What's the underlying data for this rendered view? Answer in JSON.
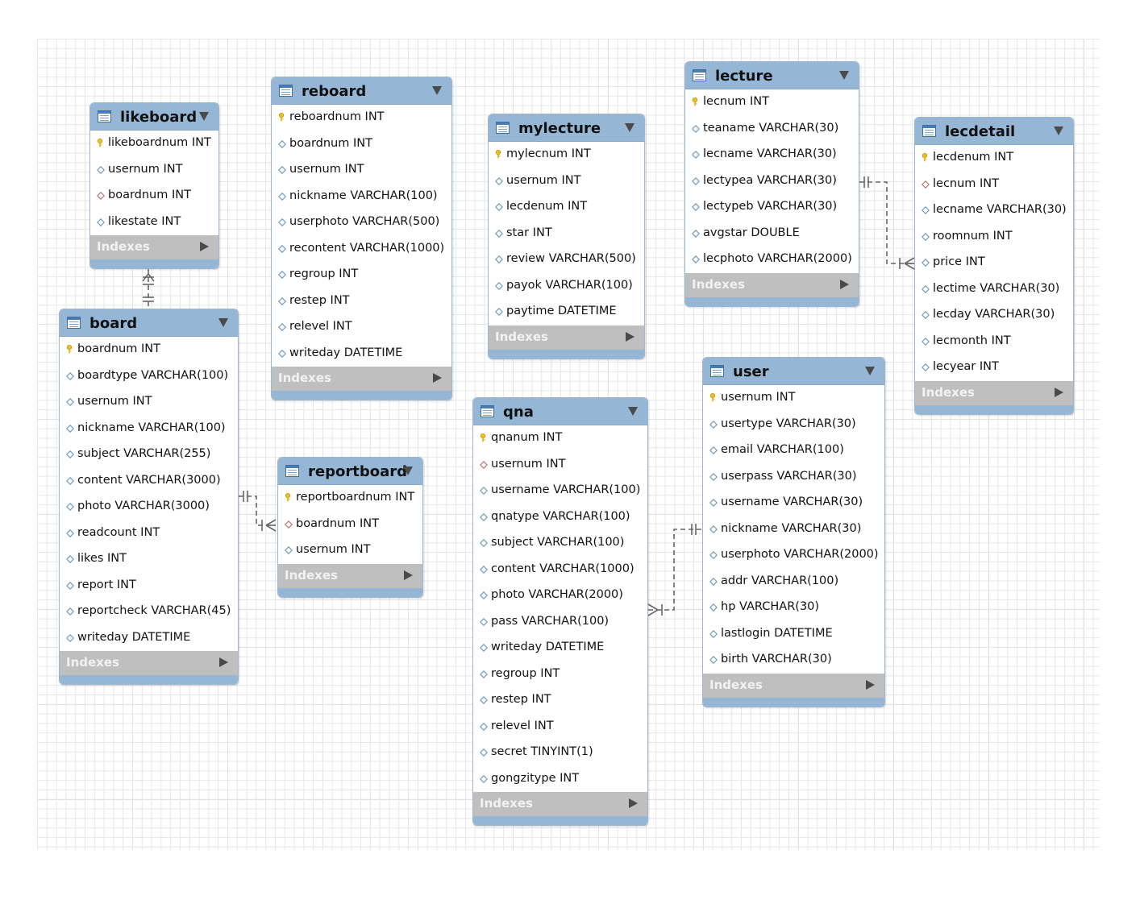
{
  "indexes_label": "Indexes",
  "tables": [
    {
      "id": "likeboard",
      "name": "likeboard",
      "columns": [
        {
          "name": "likeboardnum INT",
          "kind": "pk"
        },
        {
          "name": "usernum INT",
          "kind": "col"
        },
        {
          "name": "boardnum INT",
          "kind": "fk"
        },
        {
          "name": "likestate INT",
          "kind": "col"
        }
      ]
    },
    {
      "id": "reboard",
      "name": "reboard",
      "columns": [
        {
          "name": "reboardnum INT",
          "kind": "pk"
        },
        {
          "name": "boardnum INT",
          "kind": "col"
        },
        {
          "name": "usernum INT",
          "kind": "col"
        },
        {
          "name": "nickname VARCHAR(100)",
          "kind": "col"
        },
        {
          "name": "userphoto VARCHAR(500)",
          "kind": "col"
        },
        {
          "name": "recontent VARCHAR(1000)",
          "kind": "col"
        },
        {
          "name": "regroup INT",
          "kind": "col"
        },
        {
          "name": "restep INT",
          "kind": "col"
        },
        {
          "name": "relevel INT",
          "kind": "col"
        },
        {
          "name": "writeday DATETIME",
          "kind": "col"
        }
      ]
    },
    {
      "id": "mylecture",
      "name": "mylecture",
      "columns": [
        {
          "name": "mylecnum INT",
          "kind": "pk"
        },
        {
          "name": "usernum INT",
          "kind": "col"
        },
        {
          "name": "lecdenum INT",
          "kind": "col"
        },
        {
          "name": "star INT",
          "kind": "col"
        },
        {
          "name": "review VARCHAR(500)",
          "kind": "col"
        },
        {
          "name": "payok VARCHAR(100)",
          "kind": "col"
        },
        {
          "name": "paytime DATETIME",
          "kind": "col"
        }
      ]
    },
    {
      "id": "lecture",
      "name": "lecture",
      "columns": [
        {
          "name": "lecnum INT",
          "kind": "pk"
        },
        {
          "name": "teaname VARCHAR(30)",
          "kind": "col"
        },
        {
          "name": "lecname VARCHAR(30)",
          "kind": "col"
        },
        {
          "name": "lectypea VARCHAR(30)",
          "kind": "col"
        },
        {
          "name": "lectypeb VARCHAR(30)",
          "kind": "col"
        },
        {
          "name": "avgstar DOUBLE",
          "kind": "col"
        },
        {
          "name": "lecphoto VARCHAR(2000)",
          "kind": "col"
        }
      ]
    },
    {
      "id": "lecdetail",
      "name": "lecdetail",
      "columns": [
        {
          "name": "lecdenum INT",
          "kind": "pk"
        },
        {
          "name": "lecnum INT",
          "kind": "fk"
        },
        {
          "name": "lecname VARCHAR(30)",
          "kind": "col"
        },
        {
          "name": "roomnum INT",
          "kind": "col"
        },
        {
          "name": "price INT",
          "kind": "col"
        },
        {
          "name": "lectime VARCHAR(30)",
          "kind": "col"
        },
        {
          "name": "lecday VARCHAR(30)",
          "kind": "col"
        },
        {
          "name": "lecmonth INT",
          "kind": "col"
        },
        {
          "name": "lecyear INT",
          "kind": "col"
        }
      ]
    },
    {
      "id": "board",
      "name": "board",
      "columns": [
        {
          "name": "boardnum INT",
          "kind": "pk"
        },
        {
          "name": "boardtype VARCHAR(100)",
          "kind": "col"
        },
        {
          "name": "usernum INT",
          "kind": "col"
        },
        {
          "name": "nickname VARCHAR(100)",
          "kind": "col"
        },
        {
          "name": "subject VARCHAR(255)",
          "kind": "col"
        },
        {
          "name": "content VARCHAR(3000)",
          "kind": "col"
        },
        {
          "name": "photo VARCHAR(3000)",
          "kind": "col"
        },
        {
          "name": "readcount INT",
          "kind": "col"
        },
        {
          "name": "likes INT",
          "kind": "col"
        },
        {
          "name": "report INT",
          "kind": "col"
        },
        {
          "name": "reportcheck VARCHAR(45)",
          "kind": "col"
        },
        {
          "name": "writeday DATETIME",
          "kind": "col"
        }
      ]
    },
    {
      "id": "reportboard",
      "name": "reportboard",
      "columns": [
        {
          "name": "reportboardnum INT",
          "kind": "pk"
        },
        {
          "name": "boardnum INT",
          "kind": "fk"
        },
        {
          "name": "usernum INT",
          "kind": "col"
        }
      ]
    },
    {
      "id": "qna",
      "name": "qna",
      "columns": [
        {
          "name": "qnanum INT",
          "kind": "pk"
        },
        {
          "name": "usernum INT",
          "kind": "fk"
        },
        {
          "name": "username VARCHAR(100)",
          "kind": "col"
        },
        {
          "name": "qnatype VARCHAR(100)",
          "kind": "col"
        },
        {
          "name": "subject VARCHAR(100)",
          "kind": "col"
        },
        {
          "name": "content VARCHAR(1000)",
          "kind": "col"
        },
        {
          "name": "photo VARCHAR(2000)",
          "kind": "col"
        },
        {
          "name": "pass VARCHAR(100)",
          "kind": "col"
        },
        {
          "name": "writeday DATETIME",
          "kind": "col"
        },
        {
          "name": "regroup INT",
          "kind": "col"
        },
        {
          "name": "restep INT",
          "kind": "col"
        },
        {
          "name": "relevel INT",
          "kind": "col"
        },
        {
          "name": "secret TINYINT(1)",
          "kind": "col"
        },
        {
          "name": "gongzitype INT",
          "kind": "col"
        }
      ]
    },
    {
      "id": "user",
      "name": "user",
      "columns": [
        {
          "name": "usernum INT",
          "kind": "pk"
        },
        {
          "name": "usertype VARCHAR(30)",
          "kind": "col"
        },
        {
          "name": "email VARCHAR(100)",
          "kind": "col"
        },
        {
          "name": "userpass VARCHAR(30)",
          "kind": "col"
        },
        {
          "name": "username VARCHAR(30)",
          "kind": "col"
        },
        {
          "name": "nickname VARCHAR(30)",
          "kind": "col"
        },
        {
          "name": "userphoto VARCHAR(2000)",
          "kind": "col"
        },
        {
          "name": "addr VARCHAR(100)",
          "kind": "col"
        },
        {
          "name": "hp VARCHAR(30)",
          "kind": "col"
        },
        {
          "name": "lastlogin DATETIME",
          "kind": "col"
        },
        {
          "name": "birth VARCHAR(30)",
          "kind": "col"
        }
      ]
    }
  ],
  "relationships": [
    {
      "from": "board",
      "to": "likeboard",
      "type": "one-to-many"
    },
    {
      "from": "board",
      "to": "reportboard",
      "type": "one-to-many"
    },
    {
      "from": "lecture",
      "to": "lecdetail",
      "type": "one-to-many"
    },
    {
      "from": "user",
      "to": "qna",
      "type": "one-to-many"
    }
  ],
  "colors": {
    "header": "#96b6d6",
    "indexes": "#bfbfbf",
    "pk_key": "#f0c020",
    "fk_diamond": "#c07070",
    "col_diamond": "#6f9bc4",
    "relationship": "#666666"
  }
}
